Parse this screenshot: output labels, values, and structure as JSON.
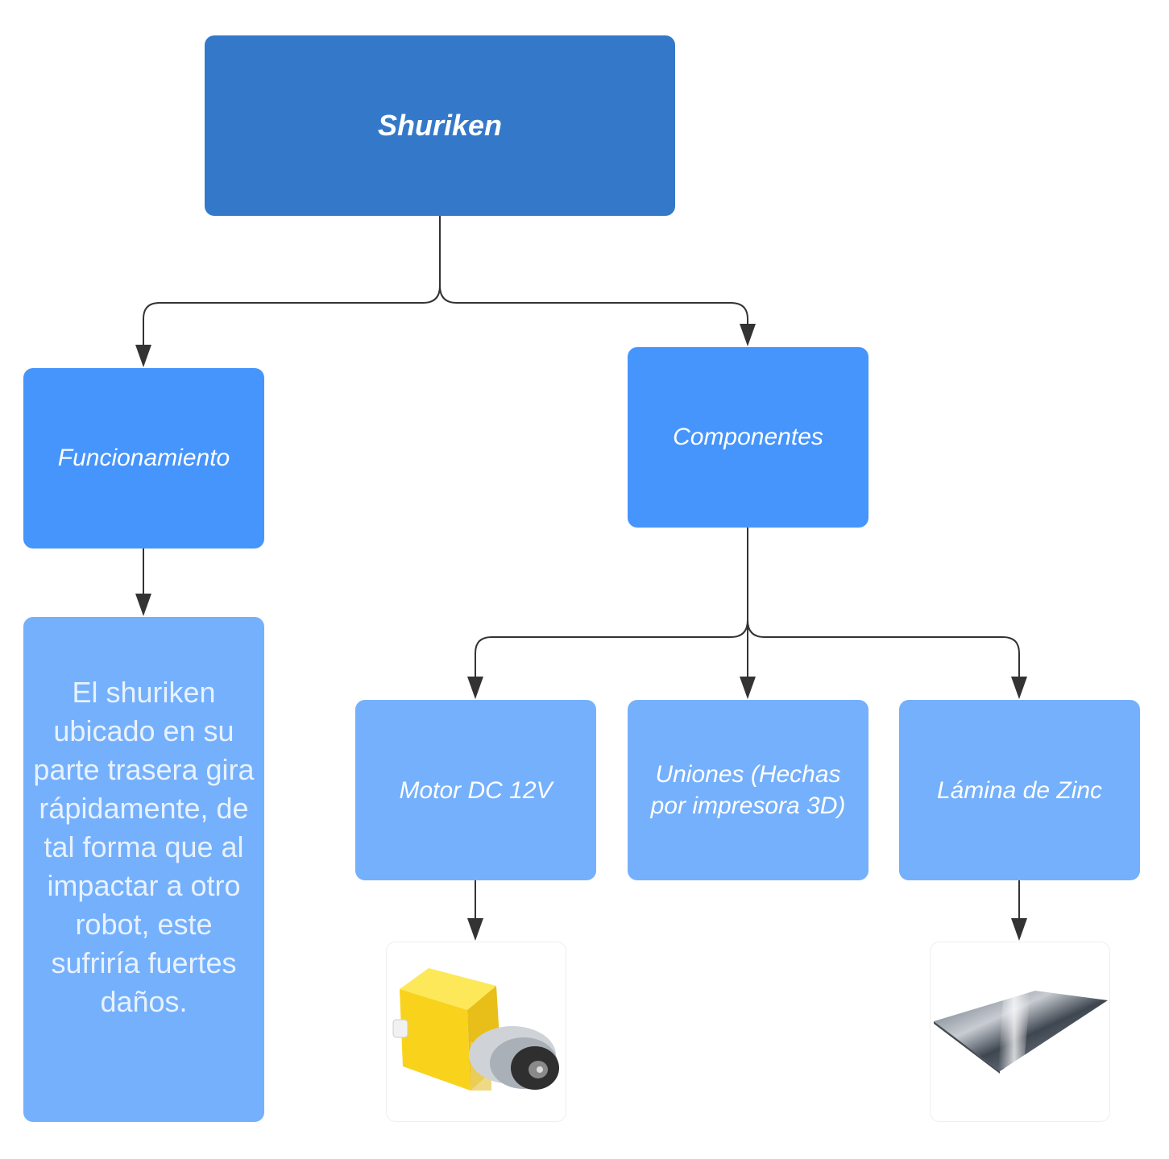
{
  "nodes": {
    "root": "Shuriken",
    "funcionamiento": "Funcionamiento",
    "componentes": "Componentes",
    "description": "El shuriken ubicado en su parte trasera gira rápidamente, de tal forma que al impactar a otro robot, este sufriría fuertes daños.",
    "motor": "Motor DC 12V",
    "uniones": "Uniones (Hechas por impresora 3D)",
    "lamina": "Lámina de Zinc"
  },
  "images": {
    "motor": "yellow gear motor photo",
    "lamina": "zinc sheet photo"
  },
  "colors": {
    "root": "#3479c9",
    "mid": "#4695fd",
    "leaf": "#75b0fc",
    "connector": "#333333"
  }
}
